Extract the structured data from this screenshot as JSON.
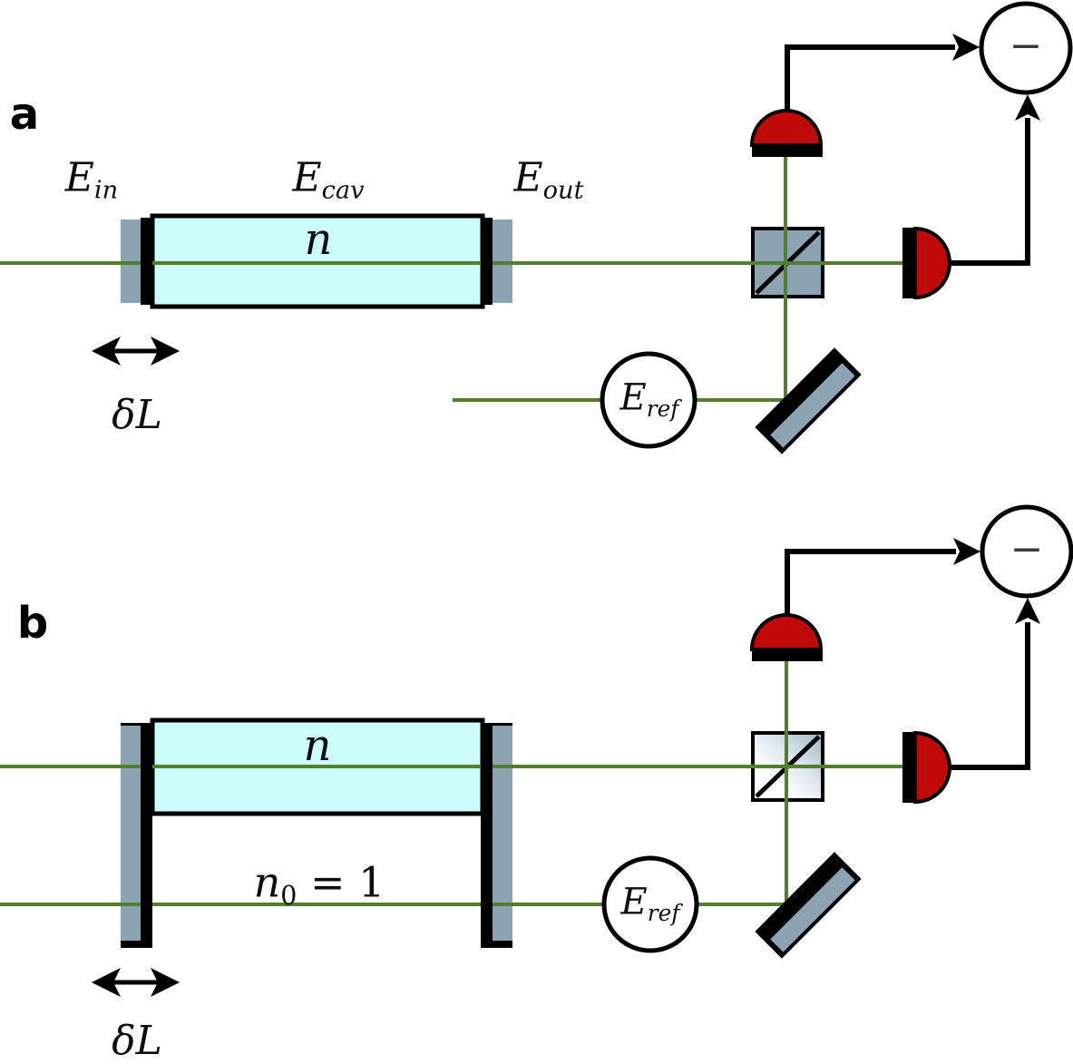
{
  "panel_a": {
    "panel_label": "a",
    "input_field_label": {
      "base": "E",
      "sub": "in"
    },
    "cavity_field_label": {
      "base": "E",
      "sub": "cav"
    },
    "output_field_label": {
      "base": "E",
      "sub": "out"
    },
    "refractive_index_label": "n",
    "reference_field_label": {
      "base": "E",
      "sub": "ref"
    },
    "mirror_displacement_label": "δL",
    "subtract_symbol": "−"
  },
  "panel_b": {
    "panel_label": "b",
    "refractive_index_label": "n",
    "vacuum_index_label": {
      "base": "n",
      "sub": "0",
      "equals": " = 1"
    },
    "reference_field_label": {
      "base": "E",
      "sub": "ref"
    },
    "mirror_displacement_label": "δL",
    "subtract_symbol": "−"
  },
  "colors": {
    "beam_green": "#527E30",
    "mirror_gray": "#8CA3B3",
    "cavity_cyan": "#CCFEFE",
    "detector_red": "#C00A0A",
    "beamsplitter_shade": "#9FB5C5",
    "outline_black": "#000000"
  }
}
